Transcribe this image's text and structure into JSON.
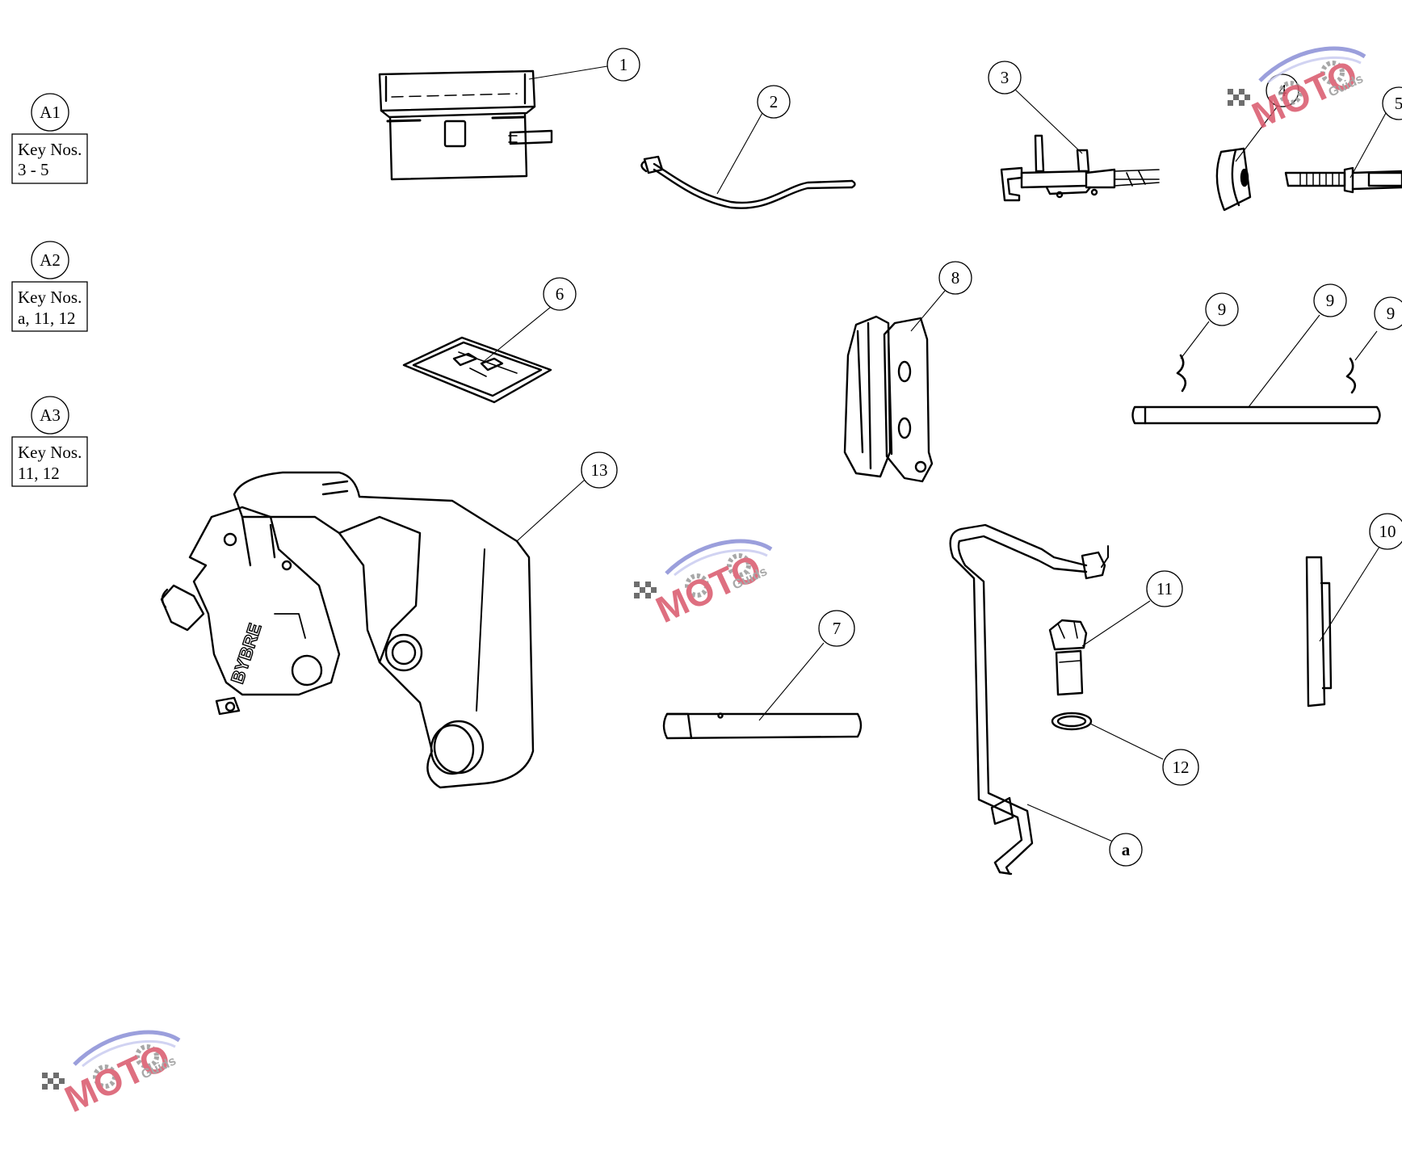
{
  "assembly_keys": [
    {
      "id": "A1",
      "key_line1": "Key Nos.",
      "key_line2": "3 - 5"
    },
    {
      "id": "A2",
      "key_line1": "Key Nos.",
      "key_line2": "a, 11, 12"
    },
    {
      "id": "A3",
      "key_line1": "Key Nos.",
      "key_line2": "11, 12"
    }
  ],
  "callouts": {
    "c1": "1",
    "c2": "2",
    "c3": "3",
    "c4": "4",
    "c5": "5",
    "c6": "6",
    "c7": "7",
    "c8": "8",
    "c9a": "9",
    "c9b": "9",
    "c9c": "9",
    "c10": "10",
    "c11": "11",
    "c12": "12",
    "c13": "13",
    "ca": "a"
  },
  "part_stamp": "BYBRE",
  "watermark": {
    "brand": "MOTO",
    "sub": "Guids",
    "colors": {
      "brand": "#d9566a",
      "swoosh": "#8a8fd6",
      "gear": "#9a9a9a",
      "flag": "#555555"
    }
  }
}
